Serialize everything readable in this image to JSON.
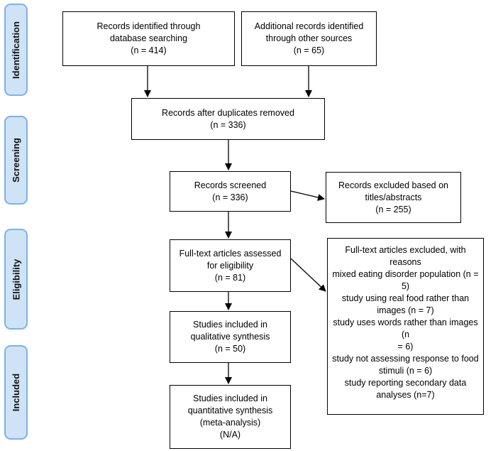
{
  "phases": {
    "identification": "Identification",
    "screening": "Screening",
    "eligibility": "Eligibility",
    "included": "Included"
  },
  "boxes": {
    "db_search": [
      "Records identified through",
      "database searching",
      "(n = 414)"
    ],
    "other_sources": [
      "Additional records identified",
      "through other sources",
      "(n = 65)"
    ],
    "after_duplicates": [
      "Records after duplicates removed",
      "(n = 336)"
    ],
    "screened": [
      "Records screened",
      "(n = 336)"
    ],
    "excluded_titles": [
      "Records excluded based on",
      "titles/abstracts",
      "(n = 255)"
    ],
    "fulltext_assessed": [
      "Full-text articles assessed",
      "for eligibility",
      "(n = 81)"
    ],
    "fulltext_excluded": [
      "Full-text articles excluded, with",
      "reasons",
      "mixed eating disorder population (n =",
      "5)",
      "study using real food rather than",
      "images (n = 7)",
      "study uses words rather than images (n",
      "= 6)",
      "study not assessing response to food",
      "stimuli (n = 6)",
      "study reporting secondary data",
      "analyses (n=7)"
    ],
    "qualitative": [
      "Studies included in",
      "qualitative synthesis",
      "(n = 50)"
    ],
    "quantitative": [
      "Studies included in",
      "quantitative synthesis",
      "(meta-analysis)",
      "(N/A)"
    ]
  }
}
